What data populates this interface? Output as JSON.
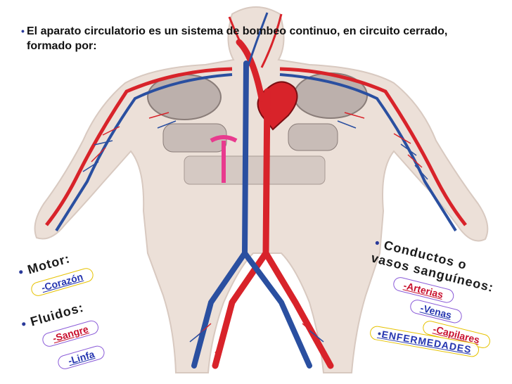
{
  "intro": {
    "text": "El aparato circulatorio es un sistema de bombeo continuo, en circuito cerrado, formado por:"
  },
  "motor": {
    "heading": "Motor:",
    "item": "-Corazón"
  },
  "fluidos": {
    "heading": "Fluidos:",
    "items": [
      "-Sangre",
      "-Linfa"
    ]
  },
  "conductos": {
    "heading_line1": "Conductos o",
    "heading_line2": "vasos sanguíneos:",
    "items": [
      "-Arterias",
      "-Venas",
      "-Capilares"
    ]
  },
  "enfermedades": {
    "label": "ENFERMEDADES"
  },
  "colors": {
    "artery": "#d8232a",
    "vein": "#2a4fa0",
    "body": "#ece0d8",
    "organ": "#b9aaa4"
  }
}
